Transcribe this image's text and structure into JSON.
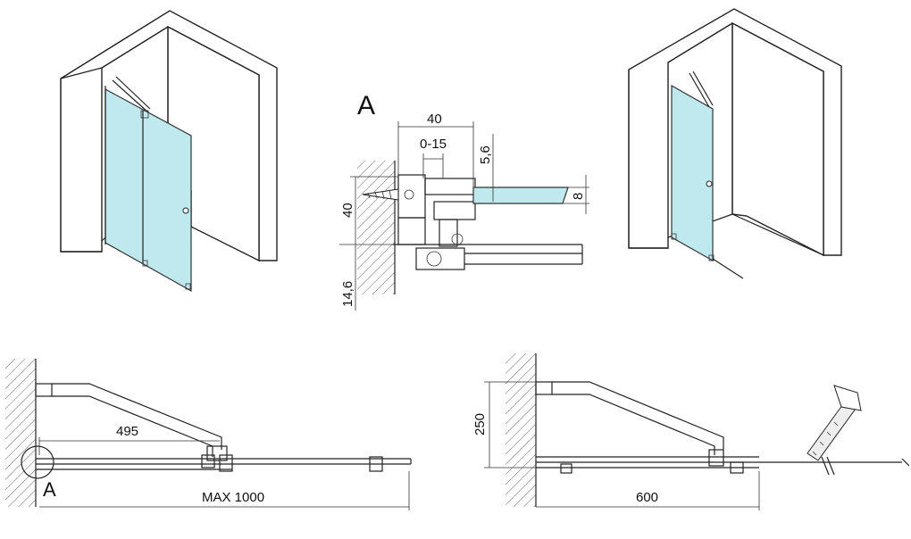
{
  "colors": {
    "glass": "#bfe9ef",
    "line": "#222222",
    "background": "#ffffff"
  },
  "detail": {
    "callout": "A",
    "dim_40_top": "40",
    "dim_0_15": "0-15",
    "dim_5_6": "5,6",
    "dim_8": "8",
    "dim_40_side": "40",
    "dim_14_6": "14,6"
  },
  "plan_left": {
    "dim_495": "495",
    "dim_max": "MAX 1000",
    "callout": "A"
  },
  "plan_right": {
    "dim_250": "250",
    "dim_600": "600"
  },
  "icons": [
    "saw-icon",
    "screw-icon",
    "hinge-icon",
    "handle-icon"
  ]
}
